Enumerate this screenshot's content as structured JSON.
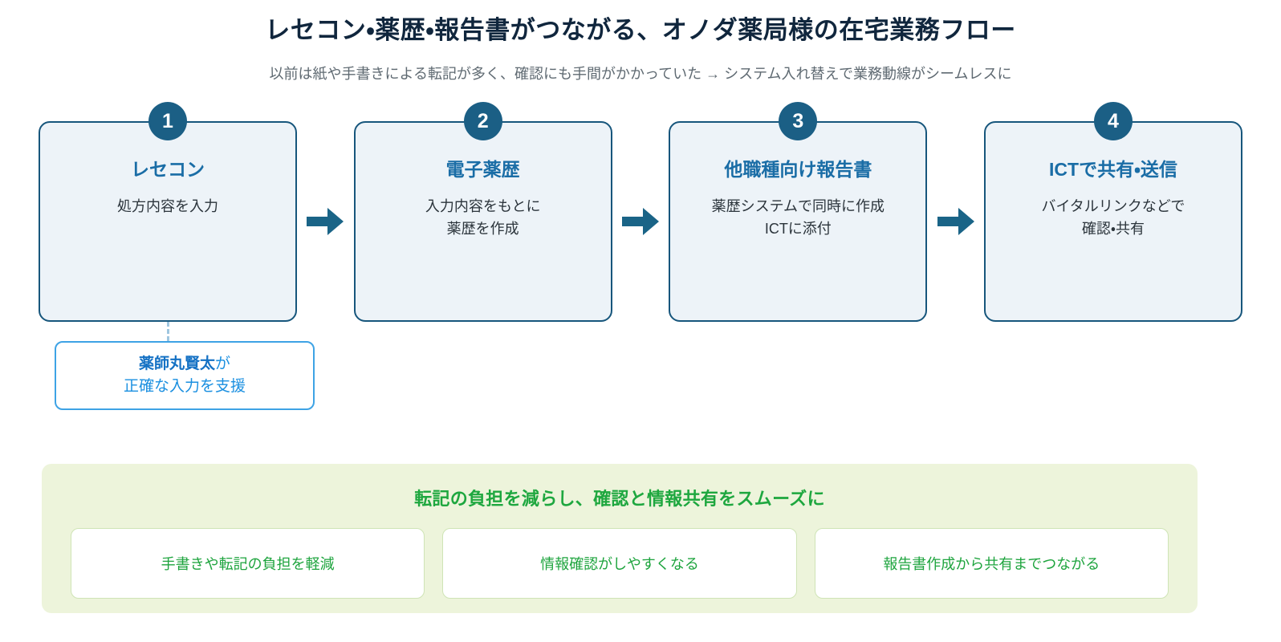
{
  "header": {
    "title": "レセコン・薬歴・報告書がつながる、オノダ薬局様の在宅業務フロー",
    "subtitle": "以前は紙や手書きによる転記が多く、確認にも手間がかかっていた → システム入れ替えで業務動線がシームレスに"
  },
  "flow": {
    "arrow_icon": "right-arrow-icon",
    "steps": [
      {
        "number": "1",
        "title": "レセコン",
        "desc_line1": "処方内容を入力",
        "desc_line2": ""
      },
      {
        "number": "2",
        "title": "電子薬歴",
        "desc_line1": "入力内容をもとに",
        "desc_line2": "薬歴を作成"
      },
      {
        "number": "3",
        "title": "他職種向け報告書",
        "desc_line1": "薬歴システムで同時に作成",
        "desc_line2": "ICTに添付"
      },
      {
        "number": "4",
        "title": "ICTで共有・送信",
        "desc_line1": "バイタルリンクなどで",
        "desc_line2": "確認・共有"
      }
    ]
  },
  "annotation": {
    "strong_text": "薬師丸賢太",
    "suffix_text": "が",
    "line2": "正確な入力を支援"
  },
  "result": {
    "heading": "転記の負担を減らし、確認と情報共有をスムーズに",
    "cards": [
      "手書きや転記の負担を軽減",
      "情報確認がしやすくなる",
      "報告書作成から共有までつながる"
    ]
  },
  "colors": {
    "title": "#10263d",
    "subtitle": "#5f6a72",
    "step_border": "#17567c",
    "step_fill": "#edf3f8",
    "step_title": "#1a6da6",
    "badge_bg": "#1b5f85",
    "arrow": "#1a6487",
    "annotation_border": "#3ea3e5",
    "annotation_text": "#1a8fe0",
    "banner_bg": "#edf4db",
    "banner_text": "#1ea73f",
    "card_border": "#cfe4b6"
  }
}
